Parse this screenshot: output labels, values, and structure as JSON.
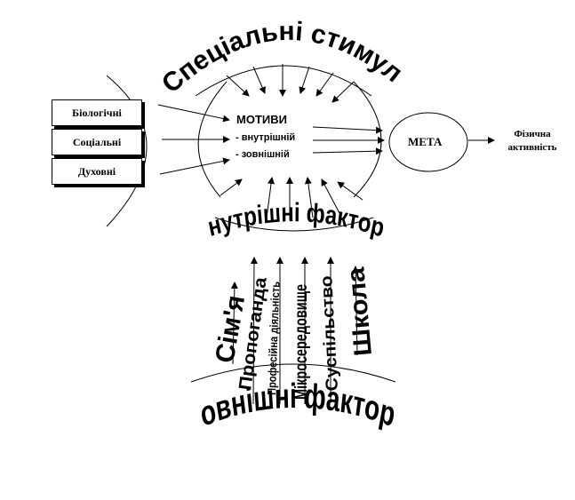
{
  "boxes": {
    "biological": "Біологічні",
    "social": "Соціальні",
    "spiritual": "Духовні"
  },
  "center": {
    "motives": "МОТИВИ",
    "internal": "- внутрішній",
    "external": "- зовнішній"
  },
  "goal": "МЕТА",
  "result_line1": "Фізична",
  "result_line2": "активність",
  "arc_labels": {
    "special_stimuli": "Спеціальні стимули",
    "internal_factors": "Внутрішні фактори",
    "external_factors": "Зовнішні фактори"
  },
  "factors": {
    "family": "Сім'я",
    "propaganda": "Пропоганда",
    "profession": "Професійна діяльність",
    "microenvironment": "Мікросередовище",
    "society": "Суспільство",
    "school": "Школа"
  }
}
